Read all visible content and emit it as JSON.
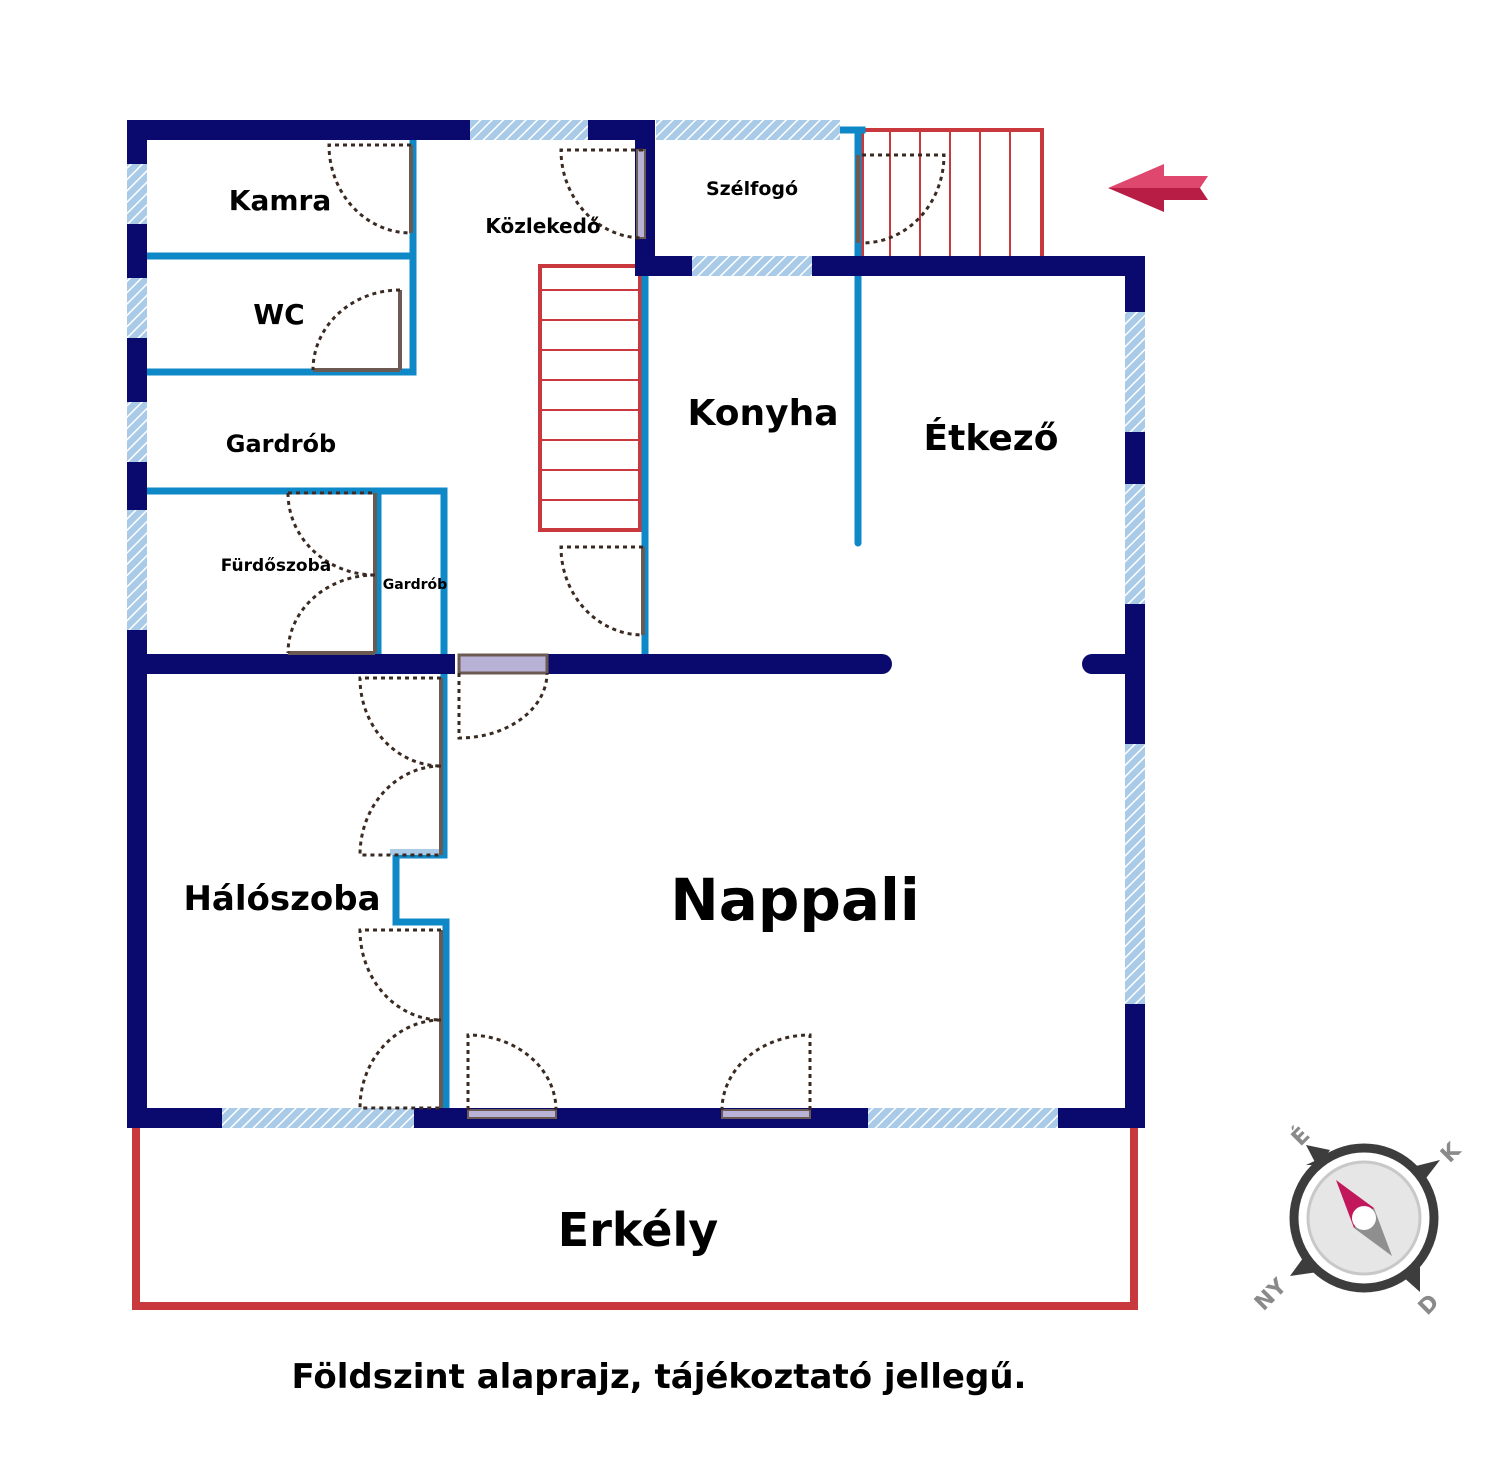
{
  "rooms": {
    "kamra": "Kamra",
    "wc": "WC",
    "kozlekedo": "Közlekedő",
    "szelfogo": "Szélfogó",
    "gardrob_upper": "Gardrób",
    "konyha": "Konyha",
    "etkezo": "Étkező",
    "furdoszoba": "Fürdőszoba",
    "gardrob_small": "Gardrób",
    "haloszoba": "Hálószoba",
    "nappali": "Nappali",
    "erkely": "Erkély"
  },
  "caption": "Földszint alaprajz, tájékoztató jellegű.",
  "compass": {
    "north": "É",
    "east": "K",
    "south": "D",
    "west": "NY"
  },
  "icons": {
    "entrance": "entrance-arrow-icon",
    "compass": "compass-icon"
  },
  "colors": {
    "exterior_wall": "#0a0a6e",
    "interior_wall": "#0f88c8",
    "window": "#8fbde0",
    "stairs": "#c8383c",
    "balcony": "#c8383c",
    "door_arc": "#3a2a22",
    "door_leaf": "#6a5a52",
    "arrow": "#d94166",
    "compass_needle": "#c2185b"
  }
}
